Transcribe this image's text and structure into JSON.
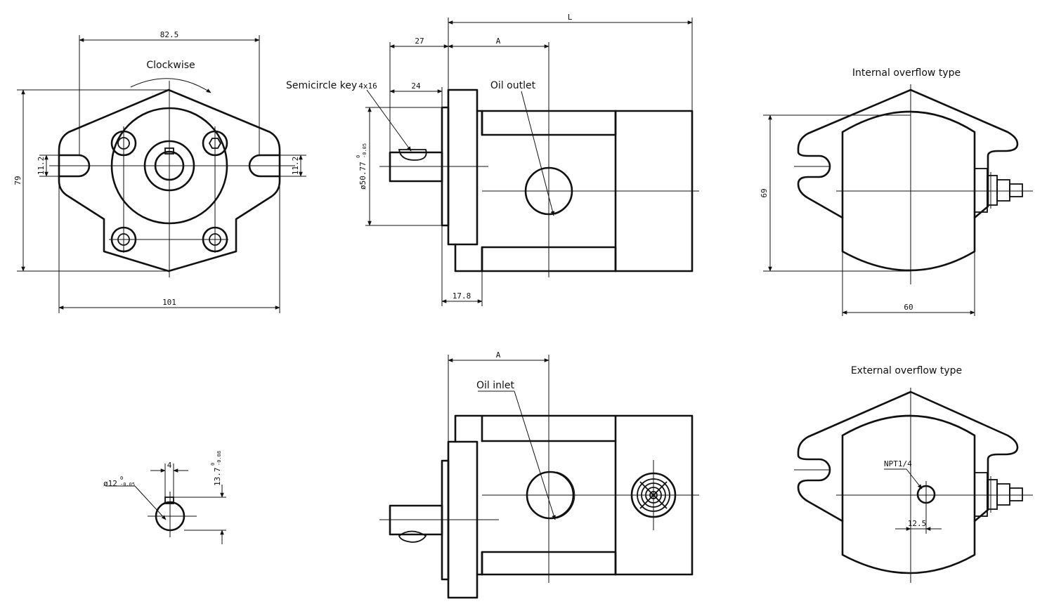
{
  "labels": {
    "clockwise": "Clockwise",
    "semicircle_key": "Semicircle key",
    "key_size": "4x16",
    "oil_outlet": "Oil outlet",
    "oil_inlet": "Oil inlet",
    "internal_overflow": "Internal overflow type",
    "external_overflow": "External overflow type",
    "npt": "NPT1/4"
  },
  "dimensions": {
    "d82_5": "82.5",
    "d79": "79",
    "d11_2_left": "11.2",
    "d11_2_right": "11.2",
    "d101": "101",
    "dL": "L",
    "d27": "27",
    "dA_top": "A",
    "d24": "24",
    "d50_77": "ø50.77",
    "d50_77_tol_upper": "0",
    "d50_77_tol_lower": "-0.05",
    "d17_8": "17.8",
    "d69": "69",
    "d60": "60",
    "dA_bottom": "A",
    "d12": "ø12",
    "d12_tol_upper": "0",
    "d12_tol_lower": "-0.05",
    "d4": "4",
    "d13_7": "13.7",
    "d13_7_tol_upper": "0",
    "d13_7_tol_lower": "-0.08",
    "d12_5": "12.5"
  }
}
